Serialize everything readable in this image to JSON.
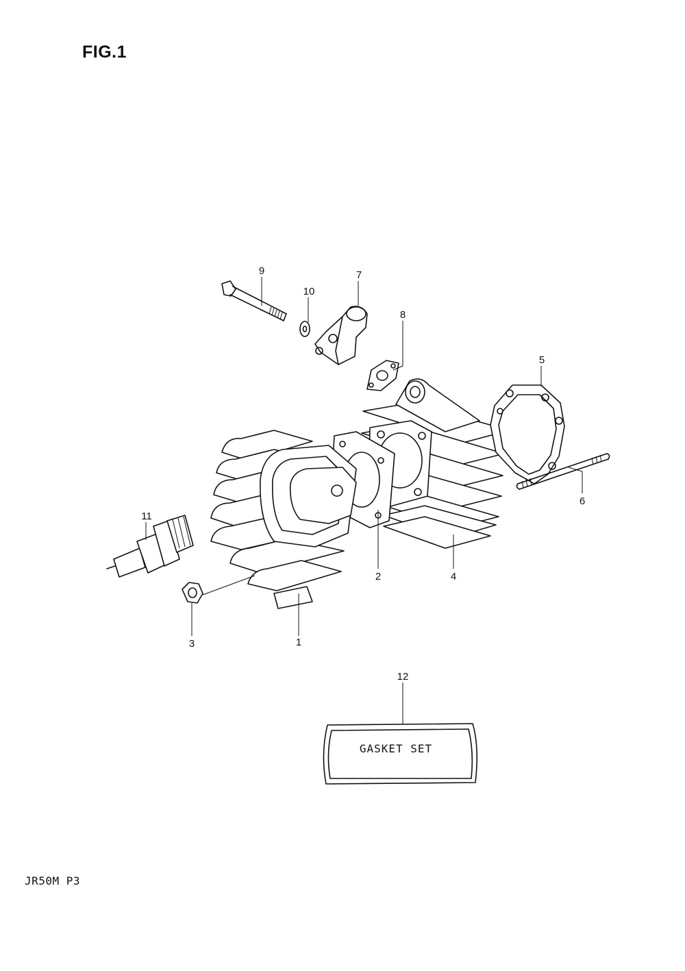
{
  "figure": {
    "title": "FIG.1",
    "footer_code": "JR50M P3"
  },
  "callouts": [
    "1",
    "2",
    "3",
    "4",
    "5",
    "6",
    "7",
    "8",
    "9",
    "10",
    "11",
    "12"
  ],
  "gasket_set": {
    "label": "GASKET SET"
  }
}
